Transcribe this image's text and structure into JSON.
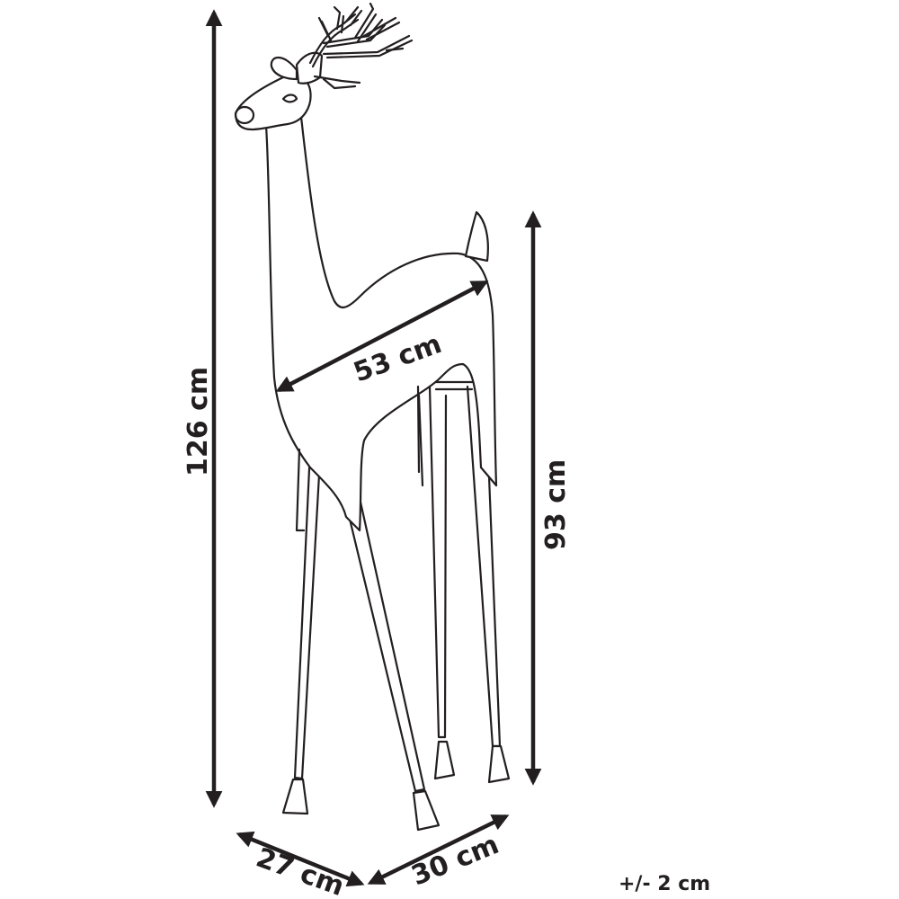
{
  "dimensions": {
    "height_total": "126 cm",
    "height_body": "93 cm",
    "body_length": "53 cm",
    "depth": "27 cm",
    "width": "30 cm",
    "tolerance": "+/- 2 cm"
  },
  "colors": {
    "line": "#231f20",
    "background": "#ffffff"
  }
}
